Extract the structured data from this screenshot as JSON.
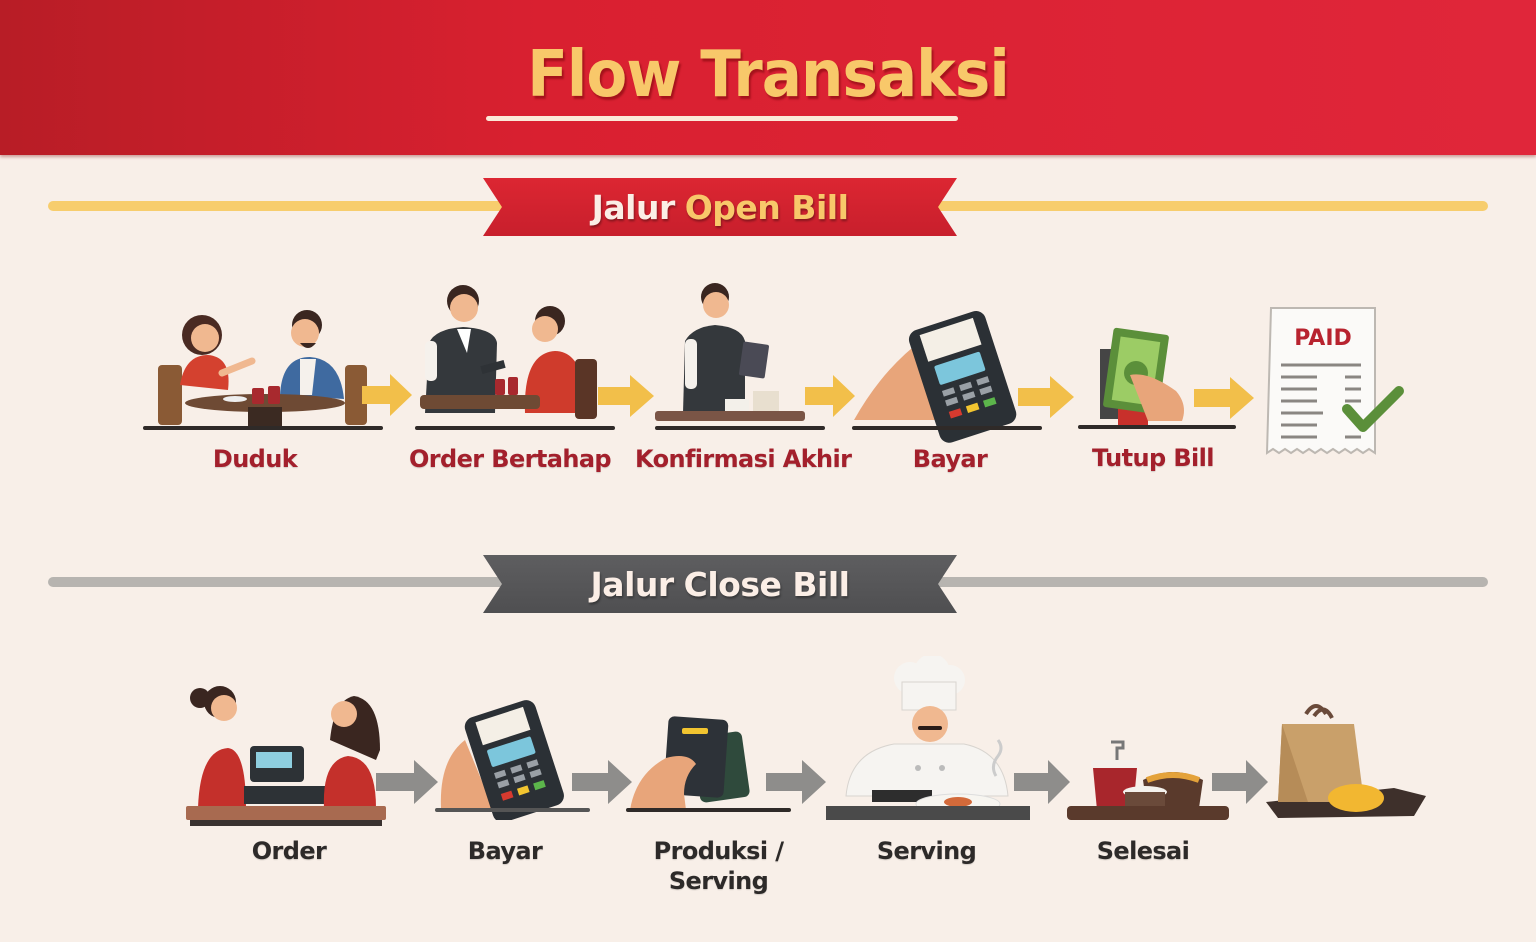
{
  "header": {
    "title": "Flow Transaksi",
    "background_color": "#d92030",
    "title_color": "#f8c86a"
  },
  "open_bill": {
    "ribbon_prefix": "Jalur",
    "ribbon_highlight": "Open Bill",
    "ribbon_color": "#d42330",
    "line_color": "#f7cd6d",
    "arrow_color": "#f2bf4a",
    "steps": [
      {
        "label": "Duduk",
        "icon": "couple-at-table-icon"
      },
      {
        "label": "Order Bertahap",
        "icon": "waiter-taking-order-icon"
      },
      {
        "label": "Konfirmasi Akhir",
        "icon": "waiter-confirm-tablet-icon"
      },
      {
        "label": "Bayar",
        "icon": "payment-terminal-icon"
      },
      {
        "label": "Tutup Bill",
        "icon": "hand-cash-icon"
      }
    ],
    "end_icon": {
      "icon": "paid-receipt-check-icon",
      "text": "PAID"
    }
  },
  "close_bill": {
    "ribbon_prefix": "Jalur",
    "ribbon_highlight": "Close Bill",
    "ribbon_color": "#555557",
    "line_color": "#b7b4b0",
    "arrow_color": "#8e8d8b",
    "steps": [
      {
        "label": "Order",
        "icon": "cashier-counter-icon"
      },
      {
        "label": "Bayar",
        "icon": "payment-terminal-icon"
      },
      {
        "label_line1": "Produksi /",
        "label_line2": "Serving",
        "icon": "hand-card-payment-icon"
      },
      {
        "label": "Serving",
        "icon": "chef-plating-icon"
      },
      {
        "label": "Selesai",
        "icon": "food-tray-icon"
      }
    ],
    "end_icon": {
      "icon": "takeaway-bag-icon"
    }
  }
}
